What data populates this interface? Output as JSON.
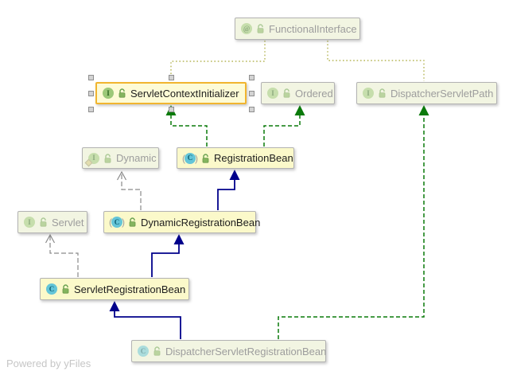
{
  "footer": {
    "powered_by": "Powered by yFiles"
  },
  "diagram": {
    "icon_glyphs": {
      "interface": "I",
      "interface-inner": "I",
      "class": "C",
      "abstract-class": "C",
      "annotation": "@"
    },
    "nodes": [
      {
        "id": "functional-interface",
        "label": "FunctionalInterface",
        "kind": "annotation",
        "muted": true,
        "selected": false
      },
      {
        "id": "servlet-context-initializer",
        "label": "ServletContextInitializer",
        "kind": "interface",
        "muted": false,
        "selected": true
      },
      {
        "id": "ordered",
        "label": "Ordered",
        "kind": "interface",
        "muted": true,
        "selected": false
      },
      {
        "id": "dispatcher-servlet-path",
        "label": "DispatcherServletPath",
        "kind": "interface",
        "muted": true,
        "selected": false
      },
      {
        "id": "dynamic",
        "label": "Dynamic",
        "kind": "interface-inner",
        "muted": true,
        "selected": false
      },
      {
        "id": "registration-bean",
        "label": "RegistrationBean",
        "kind": "abstract-class",
        "muted": false,
        "selected": false
      },
      {
        "id": "servlet",
        "label": "Servlet",
        "kind": "interface",
        "muted": true,
        "selected": false
      },
      {
        "id": "dynamic-registration-bean",
        "label": "DynamicRegistrationBean",
        "kind": "abstract-class",
        "muted": false,
        "selected": false
      },
      {
        "id": "servlet-registration-bean",
        "label": "ServletRegistrationBean",
        "kind": "class",
        "muted": false,
        "selected": false
      },
      {
        "id": "dispatcher-servlet-registration-bean",
        "label": "DispatcherServletRegistrationBean",
        "kind": "class",
        "muted": true,
        "selected": false
      }
    ],
    "edges": [
      {
        "from": "servlet-context-initializer",
        "to": "functional-interface",
        "type": "annotated-by"
      },
      {
        "from": "dispatcher-servlet-path",
        "to": "functional-interface",
        "type": "annotated-by"
      },
      {
        "from": "registration-bean",
        "to": "servlet-context-initializer",
        "type": "implements"
      },
      {
        "from": "registration-bean",
        "to": "ordered",
        "type": "implements"
      },
      {
        "from": "dynamic-registration-bean",
        "to": "dynamic",
        "type": "implements-muted"
      },
      {
        "from": "dynamic-registration-bean",
        "to": "registration-bean",
        "type": "extends"
      },
      {
        "from": "servlet-registration-bean",
        "to": "servlet",
        "type": "implements-muted"
      },
      {
        "from": "servlet-registration-bean",
        "to": "dynamic-registration-bean",
        "type": "extends"
      },
      {
        "from": "dispatcher-servlet-registration-bean",
        "to": "servlet-registration-bean",
        "type": "extends"
      },
      {
        "from": "dispatcher-servlet-registration-bean",
        "to": "dispatcher-servlet-path",
        "type": "implements"
      }
    ],
    "colors": {
      "extends": "#00008b",
      "implements": "#0a7a0a",
      "implements_muted": "#8a8a8a",
      "annotation": "#b5b556",
      "selection": "#f1b52f"
    }
  }
}
